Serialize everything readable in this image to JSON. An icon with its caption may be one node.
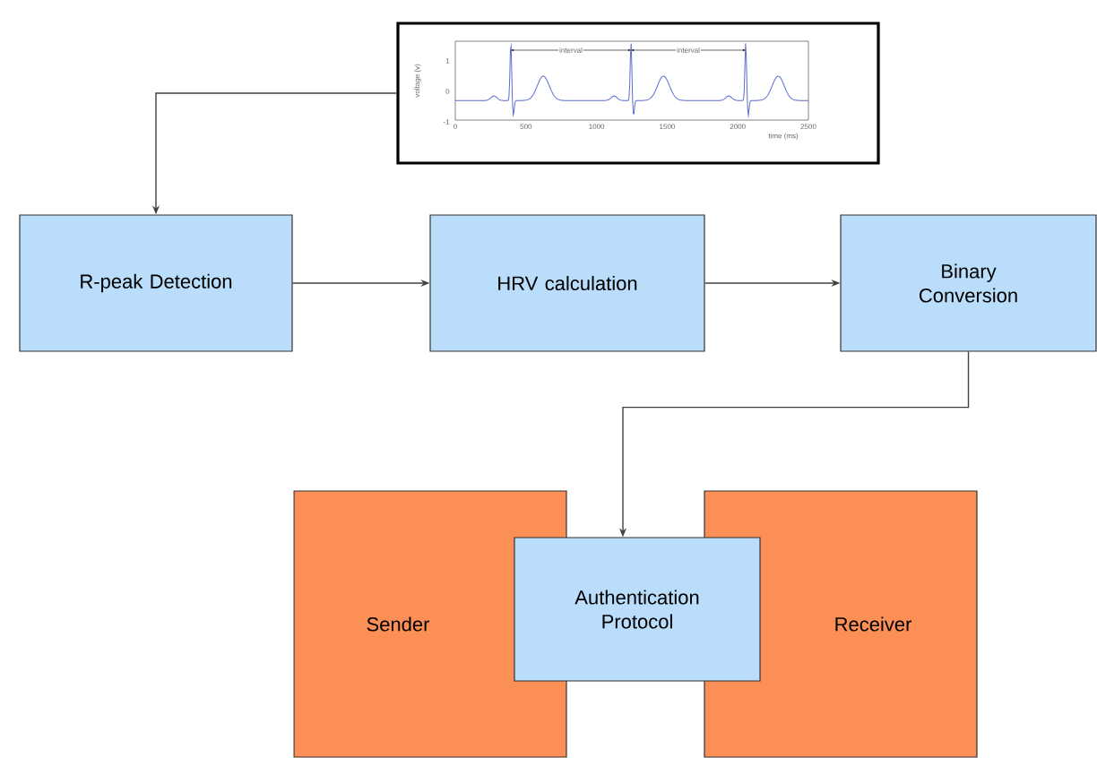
{
  "diagram": {
    "nodes": [
      {
        "text": [],
        "shape": "picture"
      },
      {
        "text": [
          "R-peak Detection"
        ]
      },
      {
        "text": [
          "HRV calculation"
        ]
      },
      {
        "text": [
          "Binary Conversion"
        ]
      },
      {
        "text": [
          "Sender"
        ]
      },
      {
        "text": [
          "Receiver"
        ]
      },
      {
        "text": [
          "Authentication Protocol"
        ]
      }
    ],
    "edges": [
      {
        "from": 0,
        "to": 1,
        "arrow": "to"
      },
      {
        "from": 1,
        "to": 2,
        "arrow": "to"
      },
      {
        "from": 2,
        "to": 3,
        "arrow": "to"
      },
      {
        "from": 3,
        "to": 6,
        "arrow": "to"
      }
    ],
    "labels": [
      "interval",
      "interval",
      "1",
      "0",
      "-1",
      "0",
      "500",
      "1000",
      "1500",
      "2000",
      "2500",
      "voltage (v)",
      "time (ms)"
    ]
  }
}
